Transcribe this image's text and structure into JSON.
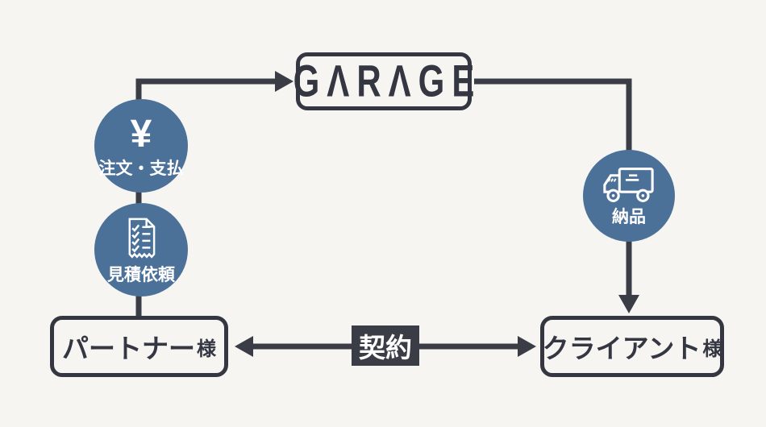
{
  "colors": {
    "background": "#f6f5f2",
    "line_dark": "#3a3d46",
    "box_border": "#343741",
    "node_blue": "#4b7199",
    "text_light": "#ffffff"
  },
  "garage_box": {
    "label": "GARAGE",
    "display": "GΛRΛGE"
  },
  "flow_nodes": [
    {
      "id": "order-payment",
      "icon": "yen-icon",
      "glyph": "¥",
      "label": "注文・支払"
    },
    {
      "id": "quote-request",
      "icon": "checklist-document-icon",
      "label": "見積依頼"
    },
    {
      "id": "delivery",
      "icon": "truck-icon",
      "label": "納品"
    }
  ],
  "party_boxes": [
    {
      "id": "partner",
      "name": "パートナー",
      "honorific": "様"
    },
    {
      "id": "client",
      "name": "クライアント",
      "honorific": "様"
    }
  ],
  "contract_label": {
    "label": "契約"
  }
}
